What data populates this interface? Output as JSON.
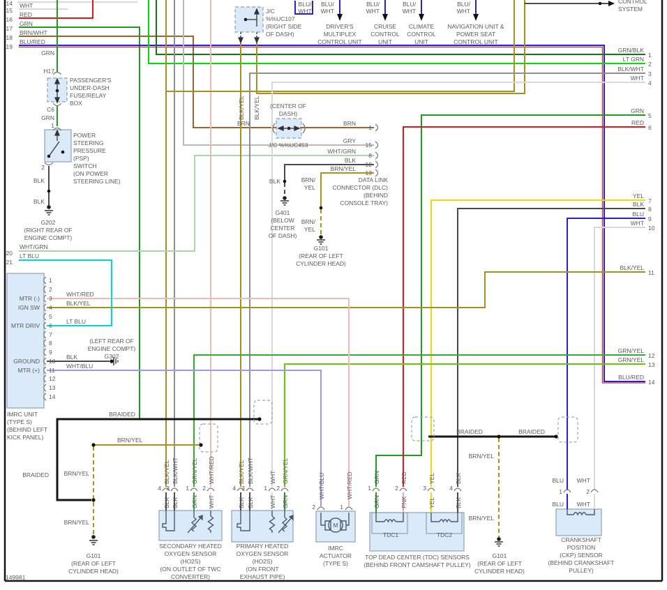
{
  "footer_id": "149981",
  "palette": {
    "wht": "#d9d9d9",
    "gry": "#b8b8b8",
    "red": "#e81717",
    "grn": "#1f9b1f",
    "dkgrn": "#0f7a0f",
    "ltgrn": "#00dd00",
    "brn": "#96652f",
    "blu": "#2020dd",
    "yel": "#eedd00",
    "blk": "#4a4a4a",
    "blkyel": "#a8901a",
    "blkwht": "#8f8f8f",
    "whtred": "#f4b8b8",
    "whtgrn": "#a8d8a8",
    "grnyel": "#2fae2f",
    "grnyel2": "#66c800",
    "ltblu": "#00d8d8",
    "whtblu": "#9a9ae8",
    "brnyel": "#b3901a",
    "pnk": "#f2a0b4",
    "braided": "#161616",
    "boxfill": "#daeaf8",
    "boxstroke": "#8ba3b5",
    "dashbox": "#9aa6b2",
    "symbol": "#4a5a66",
    "text": "#5a5a5a",
    "bluredred": "#dd2222"
  },
  "components": {
    "control_units": [
      "DRIVER'S MULTIPLEX CONTROL UNIT",
      "CRUISE CONTROL UNIT",
      "CLIMATE CONTROL UNIT",
      "NAVIGATION UNIT & POWER SEAT CONTROL UNIT",
      "CONTROL SYSTEM"
    ],
    "junction_connectors": [
      "J/C %%UC107 (RIGHT SIDE OF DASH)",
      "J/C %%UC453 (CENTER OF DASH)"
    ],
    "fuse_box": "PASSENGER'S UNDER-DASH FUSE/RELAY BOX (H17 / C6)",
    "psp_switch": "POWER STEERING PRESSURE (PSP) SWITCH (ON POWER STEERING LINE)",
    "imrc_unit": {
      "name": "IMRC UNIT (TYPE S) (BEHIND LEFT KICK PANEL)",
      "pins": {
        "3": "MTR (-)",
        "4": "IGN SW",
        "6": "MTR DRIV",
        "10": "GROUND",
        "11": "MTR (+)"
      }
    },
    "dlc": {
      "name": "DATA LINK CONNECTOR (DLC) (BEHIND CONSOLE TRAY)",
      "pins": {
        "1": "BRN",
        "15": "GRY",
        "8": "WHT/GRN",
        "12": "BLK",
        "13": "BRN/YEL"
      }
    },
    "sensors": [
      "SECONDARY HEATED OXYGEN SENSOR (HO2S) (ON OUTLET OF TWC CONVERTER)",
      "PRIMARY HEATED OXYGEN SENSOR (HO2S) (ON FRONT EXHAUST PIPE)",
      "IMRC ACTUATOR (TYPE S)",
      "TOP DEAD CENTER (TDC) SENSORS (BEHIND FRONT CAMSHAFT PULLEY)",
      "CRANKSHAFT POSITION (CKP) SENSOR (BEHIND CRANKSHAFT PULLEY)"
    ],
    "grounds": [
      "G202 (RIGHT REAR OF ENGINE COMPT)",
      "G401 (BELOW CENTER OF DASH)",
      "G101 (REAR OF LEFT CYLINDER HEAD)",
      "G302 (LEFT REAR OF ENGINE COMPT)"
    ],
    "left_edge_pins": {
      "14": "",
      "15": "WHT",
      "16": "RED",
      "17": "GRN",
      "18": "BRN/WHT",
      "19": "BLU/RED",
      "20": "WHT/GRN",
      "21": "LT BLU"
    },
    "right_edge_pins": {
      "1": "GRN/BLK",
      "2": "LT GRN",
      "3": "BLK/WHT",
      "4": "WHT",
      "5": "GRN",
      "6": "RED",
      "7": "YEL",
      "8": "BLK",
      "9": "BLU",
      "10": "WHT",
      "11": "BLK/YEL",
      "12": "GRN/YEL",
      "13": "GRN/YEL",
      "14": "BLU/RED"
    }
  },
  "labels": [
    [
      18,
      8,
      "14",
      2
    ],
    [
      28,
      11,
      "WHT",
      0
    ],
    [
      18,
      18,
      "15",
      2
    ],
    [
      28,
      24,
      "RED",
      0
    ],
    [
      18,
      31,
      "16",
      2
    ],
    [
      28,
      37,
      "GRN",
      0
    ],
    [
      18,
      44,
      "17",
      2
    ],
    [
      28,
      50,
      "BRN/WHT",
      0
    ],
    [
      18,
      57,
      "18",
      2
    ],
    [
      28,
      63,
      "BLU/RED",
      0
    ],
    [
      18,
      70,
      "19",
      2
    ],
    [
      78,
      79,
      "GRN",
      2
    ],
    [
      78,
      105,
      "H17",
      2
    ],
    [
      100,
      118,
      "PASSENGER'S",
      0
    ],
    [
      100,
      129,
      "UNDER-DASH",
      0
    ],
    [
      100,
      140,
      "FUSE/RELAY",
      0
    ],
    [
      100,
      151,
      "BOX",
      0
    ],
    [
      78,
      160,
      "C6",
      2
    ],
    [
      78,
      172,
      "GRN",
      2
    ],
    [
      78,
      183,
      "1",
      2
    ],
    [
      105,
      197,
      "POWER",
      0
    ],
    [
      105,
      208,
      "STEERING",
      0
    ],
    [
      105,
      219,
      "PRESSURE",
      0
    ],
    [
      105,
      230,
      "(PSP)",
      0
    ],
    [
      105,
      241,
      "SWITCH",
      0
    ],
    [
      105,
      252,
      "(ON POWER",
      0
    ],
    [
      105,
      263,
      "STEERING LINE)",
      0
    ],
    [
      64,
      243,
      "2",
      2
    ],
    [
      64,
      262,
      "BLK",
      2
    ],
    [
      64,
      292,
      "BLK",
      2
    ],
    [
      69,
      322,
      "G202",
      1
    ],
    [
      69,
      333,
      "(RIGHT REAR OF",
      1
    ],
    [
      69,
      344,
      "ENGINE COMPT)",
      1
    ],
    [
      28,
      357,
      "WHT/GRN",
      0
    ],
    [
      18,
      366,
      "20",
      2
    ],
    [
      28,
      370,
      "LT BLU",
      0
    ],
    [
      18,
      379,
      "21",
      2
    ],
    [
      57,
      431,
      "MTR (-)",
      2
    ],
    [
      57,
      444,
      "IGN SW",
      2
    ],
    [
      57,
      470,
      "MTR DRIV",
      2
    ],
    [
      57,
      521,
      "GROUND",
      2
    ],
    [
      57,
      534,
      "MTR (+)",
      2
    ],
    [
      70,
      405,
      "1",
      0
    ],
    [
      70,
      418,
      "2",
      0
    ],
    [
      70,
      431,
      "3",
      0
    ],
    [
      70,
      444,
      "4",
      0
    ],
    [
      70,
      457,
      "5",
      0
    ],
    [
      70,
      470,
      "6",
      0
    ],
    [
      70,
      483,
      "7",
      0
    ],
    [
      70,
      495,
      "8",
      0
    ],
    [
      70,
      508,
      "9",
      0
    ],
    [
      70,
      521,
      "10",
      0
    ],
    [
      70,
      534,
      "11",
      0
    ],
    [
      70,
      546,
      "12",
      0
    ],
    [
      70,
      559,
      "13",
      0
    ],
    [
      70,
      572,
      "14",
      0
    ],
    [
      10,
      597,
      "IMRC UNIT",
      0
    ],
    [
      10,
      608,
      "(TYPE S)",
      0
    ],
    [
      10,
      619,
      "(BEHIND LEFT",
      0
    ],
    [
      10,
      630,
      "KICK PANEL)",
      0
    ],
    [
      95,
      425,
      "WHT/RED",
      0
    ],
    [
      95,
      438,
      "BLK/YEL",
      0
    ],
    [
      95,
      464,
      "LT BLU",
      0
    ],
    [
      160,
      492,
      "(LEFT REAR OF",
      1
    ],
    [
      160,
      503,
      "ENGINE COMPT)",
      1
    ],
    [
      160,
      514,
      "G302",
      1
    ],
    [
      95,
      515,
      "BLK",
      0
    ],
    [
      95,
      528,
      "WHT/BLU",
      0
    ],
    [
      175,
      597,
      "BRAIDED",
      1
    ],
    [
      70,
      684,
      "BRAIDED",
      2
    ],
    [
      168,
      634,
      "BRN/YEL",
      0
    ],
    [
      128,
      682,
      "BRN/YEL",
      2
    ],
    [
      128,
      752,
      "BRN/YEL",
      2
    ],
    [
      134,
      800,
      "G101",
      1
    ],
    [
      134,
      811,
      "(REAR OF LEFT",
      1
    ],
    [
      134,
      822,
      "CYLINDER HEAD)",
      1
    ],
    [
      8,
      831,
      "149981",
      0
    ],
    [
      242,
      694,
      "BLK/YEL",
      0,
      1
    ],
    [
      254,
      694,
      "BLK/WHT",
      0,
      1
    ],
    [
      282,
      694,
      "GRN/YEL",
      0,
      1
    ],
    [
      306,
      694,
      "WHT/RED",
      0,
      1
    ],
    [
      231,
      703,
      "4",
      2
    ],
    [
      243,
      703,
      "3",
      2
    ],
    [
      271,
      703,
      "1",
      2
    ],
    [
      295,
      703,
      "2",
      2
    ],
    [
      242,
      729,
      "BLK",
      0,
      1
    ],
    [
      254,
      729,
      "BLK",
      0,
      1
    ],
    [
      282,
      729,
      "GRN",
      0,
      1
    ],
    [
      306,
      729,
      "WHT",
      0,
      1
    ],
    [
      273,
      786,
      "SECONDARY HEATED",
      1
    ],
    [
      273,
      797,
      "OXYGEN SENSOR",
      1
    ],
    [
      273,
      808,
      "(HO2S)",
      1
    ],
    [
      273,
      819,
      "(ON OUTLET OF TWC",
      1
    ],
    [
      273,
      830,
      "CONVERTER)",
      1
    ],
    [
      349,
      694,
      "BLK/YEL",
      0,
      1
    ],
    [
      362,
      694,
      "BLK/WHT",
      0,
      1
    ],
    [
      394,
      694,
      "WHT",
      0,
      1
    ],
    [
      412,
      694,
      "GRN/YEL",
      0,
      1
    ],
    [
      338,
      703,
      "4",
      2
    ],
    [
      351,
      703,
      "3",
      2
    ],
    [
      383,
      703,
      "1",
      2
    ],
    [
      401,
      703,
      "2",
      2
    ],
    [
      349,
      729,
      "BLK",
      0,
      1
    ],
    [
      362,
      729,
      "BLK",
      0,
      1
    ],
    [
      394,
      729,
      "WHT",
      0,
      1
    ],
    [
      412,
      729,
      "GRN",
      0,
      1
    ],
    [
      376,
      786,
      "PRIMARY HEATED",
      1
    ],
    [
      376,
      797,
      "OXYGEN SENSOR",
      1
    ],
    [
      376,
      808,
      "(HO2S)",
      1
    ],
    [
      376,
      819,
      "(ON FRONT",
      1
    ],
    [
      376,
      830,
      "EXHAUST PIPE)",
      1
    ],
    [
      464,
      716,
      "WHT/BLU",
      0,
      1
    ],
    [
      504,
      716,
      "WHT/RED",
      0,
      1
    ],
    [
      452,
      730,
      "2",
      2
    ],
    [
      492,
      730,
      "1",
      2
    ],
    [
      481,
      756,
      "M",
      1
    ],
    [
      481,
      789,
      "IMRC",
      1
    ],
    [
      481,
      800,
      "ACTUATOR",
      1
    ],
    [
      481,
      811,
      "(TYPE S)",
      1
    ],
    [
      543,
      694,
      "GRN",
      0,
      1
    ],
    [
      582,
      694,
      "RED",
      0,
      1
    ],
    [
      622,
      694,
      "YEL",
      0,
      1
    ],
    [
      660,
      694,
      "BLK",
      0,
      1
    ],
    [
      532,
      703,
      "1",
      2
    ],
    [
      571,
      703,
      "2",
      2
    ],
    [
      611,
      703,
      "3",
      2
    ],
    [
      649,
      703,
      "4",
      2
    ],
    [
      543,
      729,
      "GRN",
      0,
      1
    ],
    [
      582,
      729,
      "PNK",
      0,
      1
    ],
    [
      622,
      729,
      "YEL",
      0,
      1
    ],
    [
      660,
      729,
      "BLK",
      0,
      1
    ],
    [
      560,
      770,
      "TDC1",
      1
    ],
    [
      637,
      770,
      "TDC2",
      1
    ],
    [
      598,
      802,
      "TOP DEAD CENTER (TDC) SENSORS",
      1
    ],
    [
      598,
      813,
      "(BEHIND FRONT CAMSHAFT PULLEY)",
      1
    ],
    [
      673,
      622,
      "BRAIDED",
      1
    ],
    [
      762,
      622,
      "BRAIDED",
      1
    ],
    [
      708,
      657,
      "BRN/YEL",
      2
    ],
    [
      708,
      746,
      "BRN/YEL",
      2
    ],
    [
      716,
      800,
      "G101",
      1
    ],
    [
      716,
      811,
      "(REAR OF LEFT",
      1
    ],
    [
      716,
      822,
      "CYLINDER HEAD)",
      1
    ],
    [
      808,
      692,
      "BLU",
      2
    ],
    [
      846,
      692,
      "WHT",
      2
    ],
    [
      806,
      708,
      "1",
      2
    ],
    [
      845,
      708,
      "2",
      2
    ],
    [
      808,
      726,
      "BLU",
      2
    ],
    [
      846,
      726,
      "WHT",
      2
    ],
    [
      833,
      777,
      "CRANKSHAFT",
      1
    ],
    [
      833,
      788,
      "POSITION",
      1
    ],
    [
      833,
      799,
      "(CKP) SENSOR",
      1
    ],
    [
      833,
      810,
      "(BEHIND CRANKSHAFT",
      1
    ],
    [
      833,
      821,
      "PULLEY)",
      1
    ],
    [
      413,
      155,
      "(CENTER OF",
      1
    ],
    [
      413,
      166,
      "DASH)",
      1
    ],
    [
      340,
      180,
      "BRN",
      0
    ],
    [
      413,
      211,
      "J/C %%UC453",
      1
    ],
    [
      510,
      180,
      "BRN",
      2
    ],
    [
      533,
      186,
      "1",
      2
    ],
    [
      510,
      205,
      "GRY",
      2
    ],
    [
      533,
      211,
      "15",
      2
    ],
    [
      510,
      220,
      "WHT/GRN",
      2
    ],
    [
      533,
      226,
      "8",
      2
    ],
    [
      510,
      233,
      "BLK",
      2
    ],
    [
      533,
      239,
      "12",
      2
    ],
    [
      510,
      245,
      "BRN/YEL",
      2
    ],
    [
      533,
      251,
      "13",
      2
    ],
    [
      556,
      261,
      "DATA LINK",
      2
    ],
    [
      556,
      272,
      "CONNECTOR (DLC)",
      2
    ],
    [
      556,
      283,
      "(BEHIND",
      2
    ],
    [
      556,
      294,
      "CONSOLE TRAY)",
      2
    ],
    [
      402,
      263,
      "BLK",
      2
    ],
    [
      405,
      308,
      "G401",
      1
    ],
    [
      405,
      319,
      "(BELOW",
      1
    ],
    [
      405,
      330,
      "CENTER",
      1
    ],
    [
      405,
      341,
      "OF DASH)",
      1
    ],
    [
      452,
      261,
      "BRN/",
      2
    ],
    [
      452,
      272,
      "YEL",
      2
    ],
    [
      452,
      321,
      "BRN/",
      2
    ],
    [
      452,
      332,
      "YEL",
      2
    ],
    [
      460,
      359,
      "G101",
      1
    ],
    [
      460,
      370,
      "(REAR OF LEFT",
      1
    ],
    [
      460,
      381,
      "CYLINDER HEAD)",
      1
    ],
    [
      349,
      172,
      "BLK/YEL",
      0,
      1
    ],
    [
      371,
      172,
      "BLK/YEL",
      0,
      1
    ],
    [
      381,
      19,
      "J/C",
      0
    ],
    [
      381,
      30,
      "%%UC107",
      0
    ],
    [
      381,
      41,
      "(RIGHT SIDE",
      0
    ],
    [
      381,
      52,
      "OF DASH)",
      0
    ],
    [
      437,
      9,
      "BLU/",
      1
    ],
    [
      437,
      19,
      "WHT",
      1
    ],
    [
      479,
      9,
      "BLU/",
      2
    ],
    [
      479,
      19,
      "WHT",
      2
    ],
    [
      544,
      9,
      "BLU/",
      2
    ],
    [
      544,
      19,
      "WHT",
      2
    ],
    [
      596,
      9,
      "BLU/",
      2
    ],
    [
      596,
      19,
      "WHT",
      2
    ],
    [
      674,
      9,
      "BLU/",
      2
    ],
    [
      674,
      19,
      "WHT",
      2
    ],
    [
      487,
      41,
      "DRIVER'S",
      1
    ],
    [
      487,
      52,
      "MULTIPLEX",
      1
    ],
    [
      487,
      63,
      "CONTROL UNIT",
      1
    ],
    [
      552,
      41,
      "CRUISE",
      1
    ],
    [
      552,
      52,
      "CONTROL",
      1
    ],
    [
      552,
      63,
      "UNIT",
      1
    ],
    [
      604,
      41,
      "CLIMATE",
      1
    ],
    [
      604,
      52,
      "CONTROL",
      1
    ],
    [
      604,
      63,
      "UNIT",
      1
    ],
    [
      682,
      41,
      "NAVIGATION UNIT &",
      1
    ],
    [
      682,
      52,
      "POWER SEAT",
      1
    ],
    [
      682,
      63,
      "CONTROL UNIT",
      1
    ],
    [
      886,
      5,
      "CONTROL",
      0
    ],
    [
      886,
      16,
      "SYSTEM",
      0
    ],
    [
      923,
      75,
      "GRN/BLK",
      2
    ],
    [
      929,
      82,
      "1",
      0
    ],
    [
      923,
      88,
      "LT GRN",
      2
    ],
    [
      929,
      95,
      "2",
      0
    ],
    [
      923,
      102,
      "BLK/WHT",
      2
    ],
    [
      929,
      109,
      "3",
      0
    ],
    [
      923,
      115,
      "WHT",
      2
    ],
    [
      929,
      122,
      "4",
      0
    ],
    [
      923,
      162,
      "GRN",
      2
    ],
    [
      929,
      169,
      "5",
      0
    ],
    [
      923,
      179,
      "RED",
      2
    ],
    [
      929,
      186,
      "6",
      0
    ],
    [
      923,
      284,
      "YEL",
      2
    ],
    [
      929,
      291,
      "7",
      0
    ],
    [
      923,
      296,
      "BLK",
      2
    ],
    [
      929,
      303,
      "8",
      0
    ],
    [
      923,
      310,
      "BLU",
      2
    ],
    [
      929,
      317,
      "9",
      0
    ],
    [
      923,
      323,
      "WHT",
      2
    ],
    [
      929,
      330,
      "10",
      0
    ],
    [
      923,
      387,
      "BLK/YEL",
      2
    ],
    [
      929,
      394,
      "11",
      0
    ],
    [
      923,
      506,
      "GRN/YEL",
      2
    ],
    [
      929,
      513,
      "12",
      0
    ],
    [
      923,
      519,
      "GRN/YEL",
      2
    ],
    [
      929,
      526,
      "13",
      0
    ],
    [
      923,
      544,
      "BLU/RED",
      2
    ],
    [
      929,
      551,
      "14",
      0
    ]
  ]
}
